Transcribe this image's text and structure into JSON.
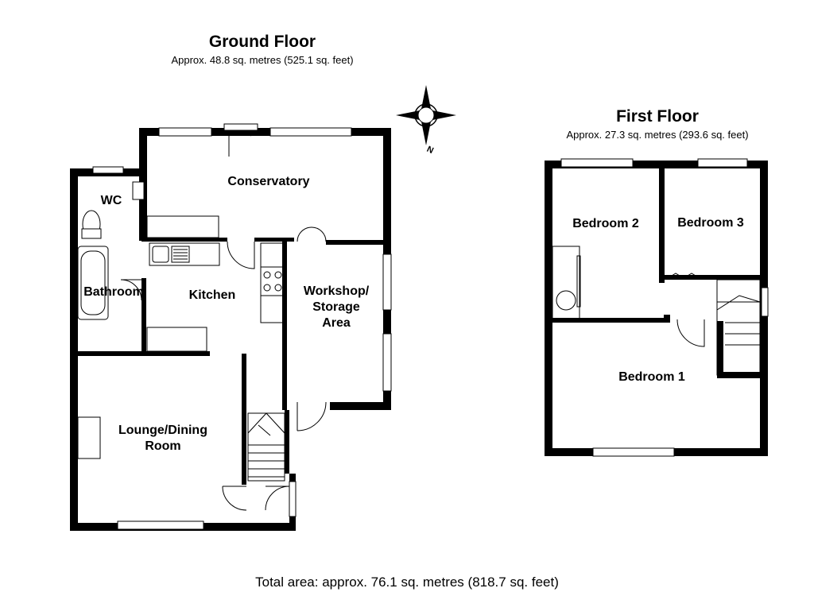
{
  "ground_floor": {
    "title": "Ground Floor",
    "area": "Approx.  48.8 sq. metres (525.1 sq. feet)"
  },
  "first_floor": {
    "title": "First Floor",
    "area": "Approx.  27.3 sq. metres (293.6 sq. feet)"
  },
  "rooms": {
    "conservatory": "Conservatory",
    "wc": "WC",
    "bathroom": "Bathroom",
    "kitchen": "Kitchen",
    "workshop": "Workshop/\nStorage\nArea",
    "lounge": "Lounge/Dining\nRoom",
    "bedroom1": "Bedroom 1",
    "bedroom2": "Bedroom 2",
    "bedroom3": "Bedroom 3"
  },
  "compass": {
    "label": "N",
    "icon": "compass-icon"
  },
  "total_area": "Total area: approx.  76.1 sq. metres (818.7 sq. feet)"
}
